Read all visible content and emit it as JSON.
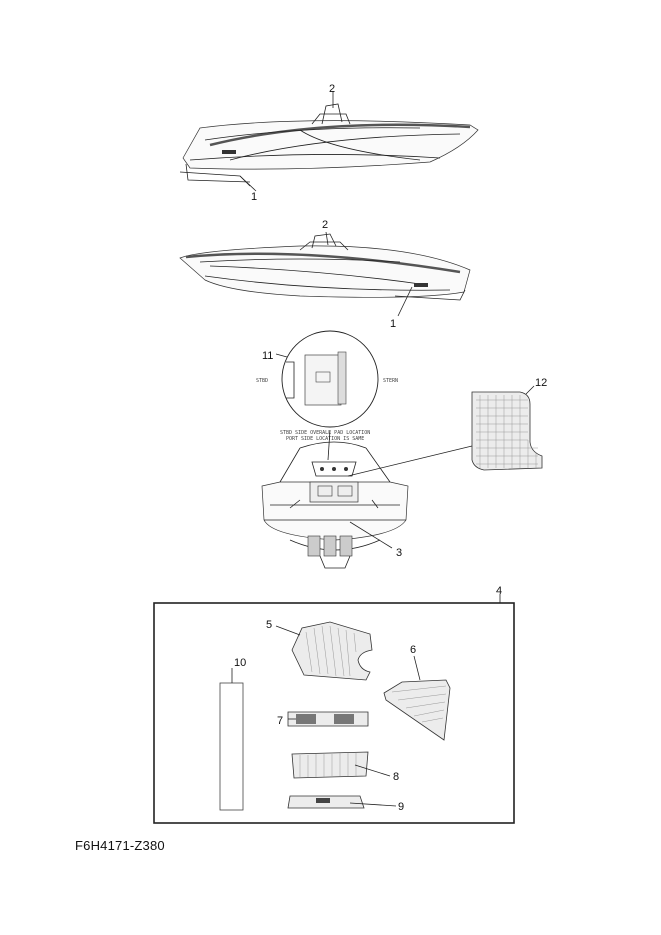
{
  "figure_code": "F6H4171-Z380",
  "callouts": {
    "c1a": "1",
    "c2a": "2",
    "c1b": "1",
    "c2b": "2",
    "c3": "3",
    "c4": "4",
    "c5": "5",
    "c6": "6",
    "c7": "7",
    "c8": "8",
    "c9": "9",
    "c10": "10",
    "c11": "11",
    "c12": "12"
  },
  "detail_notes": {
    "line1": "STBD SIDE OVERALL PAD LOCATION",
    "line2": "PORT SIDE LOCATION IS SAME",
    "left_tag": "STBD",
    "right_tag": "STERN"
  }
}
